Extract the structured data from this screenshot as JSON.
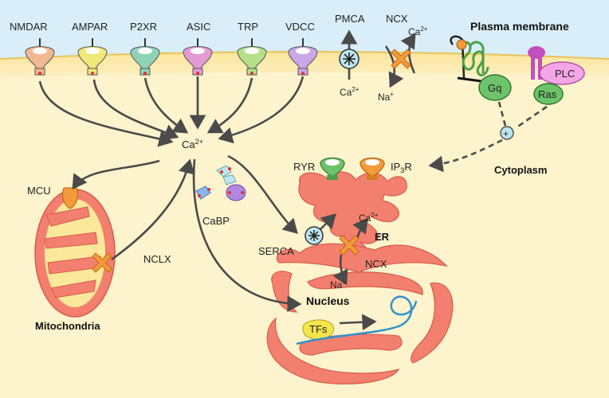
{
  "membrane": {
    "title": "Plasma membrane",
    "channels": [
      {
        "label": "NMDAR",
        "color": "#f2b892"
      },
      {
        "label": "AMPAR",
        "color": "#f0e87a"
      },
      {
        "label": "P2XR",
        "color": "#8fd2b8"
      },
      {
        "label": "ASIC",
        "color": "#e39bd6"
      },
      {
        "label": "TRP",
        "color": "#b6e08a"
      },
      {
        "label": "VDCC",
        "color": "#c8a8e8"
      }
    ],
    "pmca": "PMCA",
    "ncx": "NCX",
    "gq": "Gq",
    "plc": "PLC",
    "ras": "Ras"
  },
  "ions": {
    "ca": "Ca",
    "sup": "2+",
    "na": "Na",
    "na_sup": "+"
  },
  "cytoplasm": "Cytoplasm",
  "plus": "+",
  "er": {
    "label": "ER",
    "ryr": "RYR",
    "ip3r_a": "IP",
    "ip3r_sub": "3",
    "ip3r_b": "R",
    "serca": "SERCA",
    "ncx": "NCX"
  },
  "cabp": "CaBP",
  "mito": {
    "label": "Mitochondria",
    "mcu": "MCU",
    "nclx": "NCLX"
  },
  "nucleus": {
    "label": "Nucleus",
    "tfs": "TFs"
  },
  "colors": {
    "membrane_fill": "#fbe89a",
    "cytoplasm": "#fdf4cf",
    "sky": "#d6eef8",
    "er_fill": "#f3806f",
    "green": "#6cc36a",
    "orange": "#f39b3a"
  }
}
